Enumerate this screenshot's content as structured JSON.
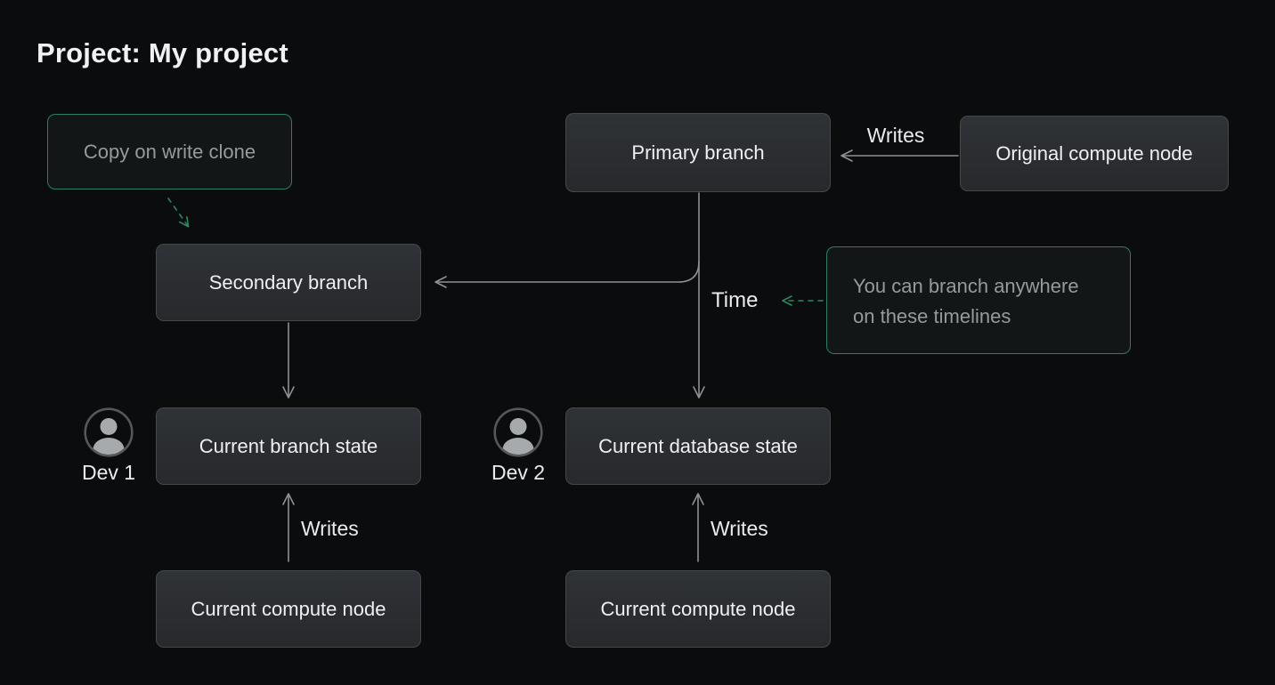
{
  "title": "Project: My project",
  "colors": {
    "background": "#0b0c0d",
    "node_background": "#2b2e31",
    "node_border": "#45484b",
    "node_text": "#edeff1",
    "note_border": "#2d7f5f",
    "note_text": "#969a9e",
    "arrow_gray": "#8e9092",
    "arrow_green": "#2f8662"
  },
  "nodes": {
    "copy_on_write_clone": "Copy on write clone",
    "primary_branch": "Primary branch",
    "original_compute_node": "Original compute node",
    "secondary_branch": "Secondary branch",
    "current_branch_state": "Current branch state",
    "current_database_state": "Current database state",
    "current_compute_node_left": "Current compute node",
    "current_compute_node_right": "Current compute node"
  },
  "note": {
    "lines": [
      "You can branch anywhere",
      "on these timelines"
    ]
  },
  "labels": {
    "writes_primary": "Writes",
    "time": "Time",
    "dev1": "Dev 1",
    "dev2": "Dev 2",
    "writes_left": "Writes",
    "writes_right": "Writes"
  }
}
